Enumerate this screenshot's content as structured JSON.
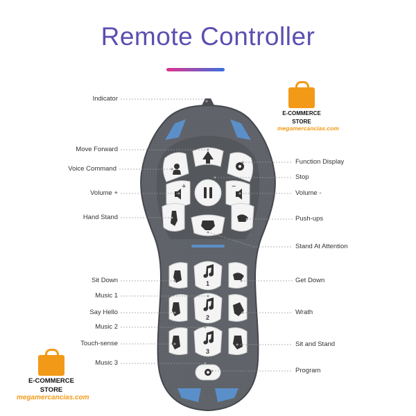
{
  "title": "Remote Controller",
  "labels": {
    "indicator": "Indicator",
    "move_forward": "Move Forward",
    "voice_command": "Voice Command",
    "volume_plus": "Volume +",
    "hand_stand": "Hand Stand",
    "sit_down": "Sit Down",
    "music_1": "Music 1",
    "say_hello": "Say Hello",
    "music_2": "Music 2",
    "touch_sense": "Touch-sense",
    "music_3": "Music 3",
    "function_display": "Function Display",
    "stop": "Stop",
    "volume_minus": "Volume -",
    "push_ups": "Push-ups",
    "stand_at_attention": "Stand At Attention",
    "get_down": "Get Down",
    "wrath": "Wrath",
    "sit_and_stand": "Sit and Stand",
    "program": "Program"
  },
  "buttons": {
    "music_1_num": "1",
    "music_2_num": "2",
    "music_3_num": "3",
    "vol_plus_sign": "+",
    "vol_minus_sign": "−"
  },
  "logo": {
    "brand_line1": "E-COMMERCE",
    "brand_line2": "STORE",
    "url": "megamercancias.com"
  },
  "colors": {
    "body": "#5d6066",
    "button": "#f4f4f4",
    "accent_blue": "#5b8fc9",
    "logo_orange": "#f29a17"
  }
}
